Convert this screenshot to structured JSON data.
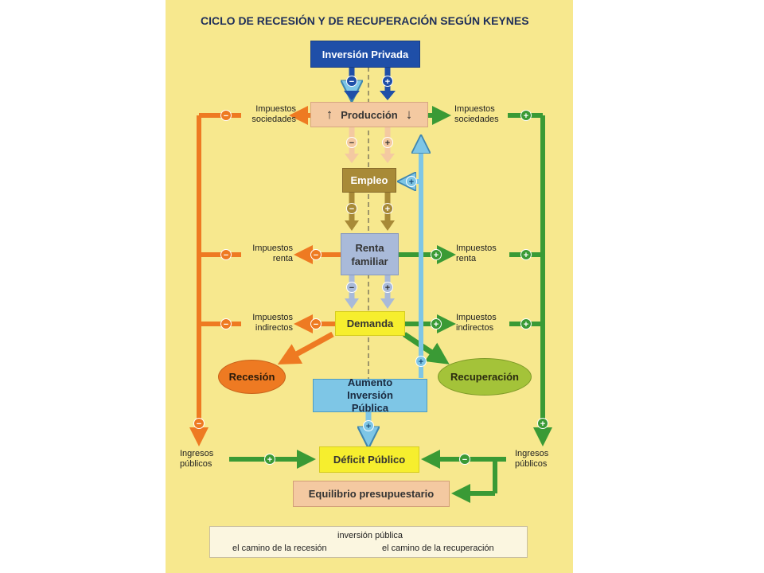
{
  "title": "CICLO DE RECESIÓN Y DE RECUPERACIÓN SEGÚN KEYNES",
  "nodes": {
    "inversion_privada": "Inversión Privada",
    "produccion": "Producción",
    "empleo": "Empleo",
    "renta_familiar": "Renta familiar",
    "demanda": "Demanda",
    "recesion": "Recesión",
    "recuperacion": "Recuperación",
    "aumento_inversion_publica": "Aumento Inversión Pública",
    "deficit_publico": "Déficit Público",
    "equilibrio_presupuestario": "Equilibrio presupuestario"
  },
  "side_labels": {
    "impuestos_sociedades_left": "Impuestos sociedades",
    "impuestos_sociedades_right": "Impuestos sociedades",
    "impuestos_renta_left": "Impuestos renta",
    "impuestos_renta_right": "Impuestos renta",
    "impuestos_indirectos_left": "Impuestos indirectos",
    "impuestos_indirectos_right": "Impuestos indirectos",
    "ingresos_publicos_left": "Ingresos públicos",
    "ingresos_publicos_right": "Ingresos públicos"
  },
  "symbols": {
    "minus": "−",
    "plus": "+",
    "up": "↑",
    "down": "↓"
  },
  "legend": {
    "inversion_publica": "inversión pública",
    "camino_recesion": "el camino de la recesión",
    "camino_recuperacion": "el camino de la recuperación"
  },
  "colors": {
    "background": "#f7e88e",
    "recession": "#ee7a22",
    "recovery": "#3a9a35",
    "public_investment": "#7ec6e6",
    "private_investment": "#1f4fa8",
    "produccion": "#f4c9a1",
    "empleo": "#a88a37",
    "renta": "#a9bad9",
    "demanda": "#f6ee2e",
    "recuperacion_oval": "#a4c339"
  }
}
